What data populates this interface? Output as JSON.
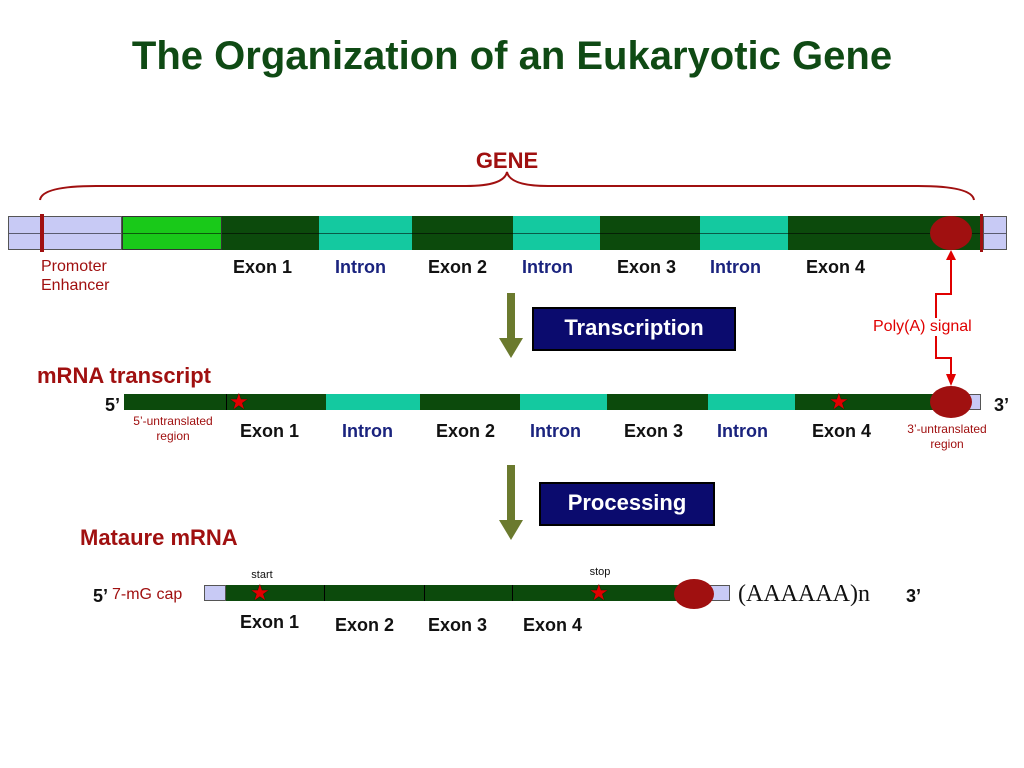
{
  "title": "The Organization of an Eukaryotic Gene",
  "colors": {
    "exon_dark": "#0c4a0c",
    "intron_teal": "#14c9a0",
    "promoter_green": "#19c919",
    "utr_lavender": "#c8caf5",
    "red": "#a01010",
    "box_navy": "#0b0b6e",
    "arrow": "#6b7a2e"
  },
  "gene": {
    "label": "GENE",
    "promoter_label_1": "Promoter",
    "promoter_label_2": "Enhancer",
    "segments": [
      "Exon 1",
      "Intron",
      "Exon 2",
      "Intron",
      "Exon 3",
      "Intron",
      "Exon 4"
    ],
    "polya_label": "Poly(A) signal"
  },
  "transcription": {
    "label": "Transcription"
  },
  "mrna_transcript": {
    "label": "mRNA transcript",
    "five_prime": "5’",
    "three_prime": "3’",
    "utr5_1": "5’-untranslated",
    "utr5_2": "region",
    "utr3_1": "3’-untranslated",
    "utr3_2": "region",
    "segments": [
      "Exon 1",
      "Intron",
      "Exon 2",
      "Intron",
      "Exon 3",
      "Intron",
      "Exon 4"
    ]
  },
  "processing": {
    "label": "Processing"
  },
  "mature_mrna": {
    "label": "Mataure mRNA",
    "five_prime": "5’",
    "cap": "7-mG cap",
    "start": "start",
    "stop": "stop",
    "polya_tail": "(AAAAAA)n",
    "three_prime": "3’",
    "segments": [
      "Exon 1",
      "Exon 2",
      "Exon 3",
      "Exon 4"
    ]
  }
}
